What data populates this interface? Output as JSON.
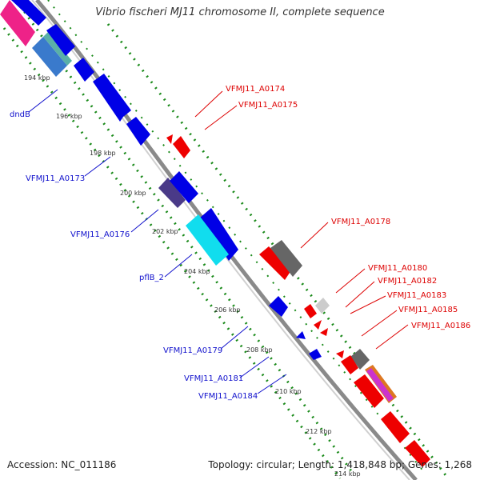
{
  "title": "Vibrio fischeri MJ11 chromosome II, complete sequence",
  "footer": {
    "accession": "Accession: NC_011186",
    "topology": "Topology: circular; Length: 1,418,848 bp; Genes: 1,268"
  },
  "ticks": [
    "194 kbp",
    "196 kbp",
    "198 kbp",
    "200 kbp",
    "202 kbp",
    "204 kbp",
    "206 kbp",
    "208 kbp",
    "210 kbp",
    "212 kbp",
    "214 kbp"
  ],
  "labels_left": [
    "dndB",
    "VFMJ11_A0173",
    "VFMJ11_A0176",
    "pflB_2",
    "VFMJ11_A0179",
    "VFMJ11_A0181",
    "VFMJ11_A0184"
  ],
  "labels_right": [
    "VFMJ11_A0174",
    "VFMJ11_A0175",
    "VFMJ11_A0178",
    "VFMJ11_A0180",
    "VFMJ11_A0182",
    "VFMJ11_A0183",
    "VFMJ11_A0185",
    "VFMJ11_A0186"
  ],
  "colors": {
    "forward_gene": "#0000e6",
    "reverse_gene": "#ee0000",
    "backbone": "#9a9a9a",
    "gc_dots": "#1a8a1a",
    "magenta_gene": "#ee2288",
    "cyan_gene": "#11ddee",
    "slate_gene": "#4a3a88",
    "grey_gene": "#666666"
  }
}
